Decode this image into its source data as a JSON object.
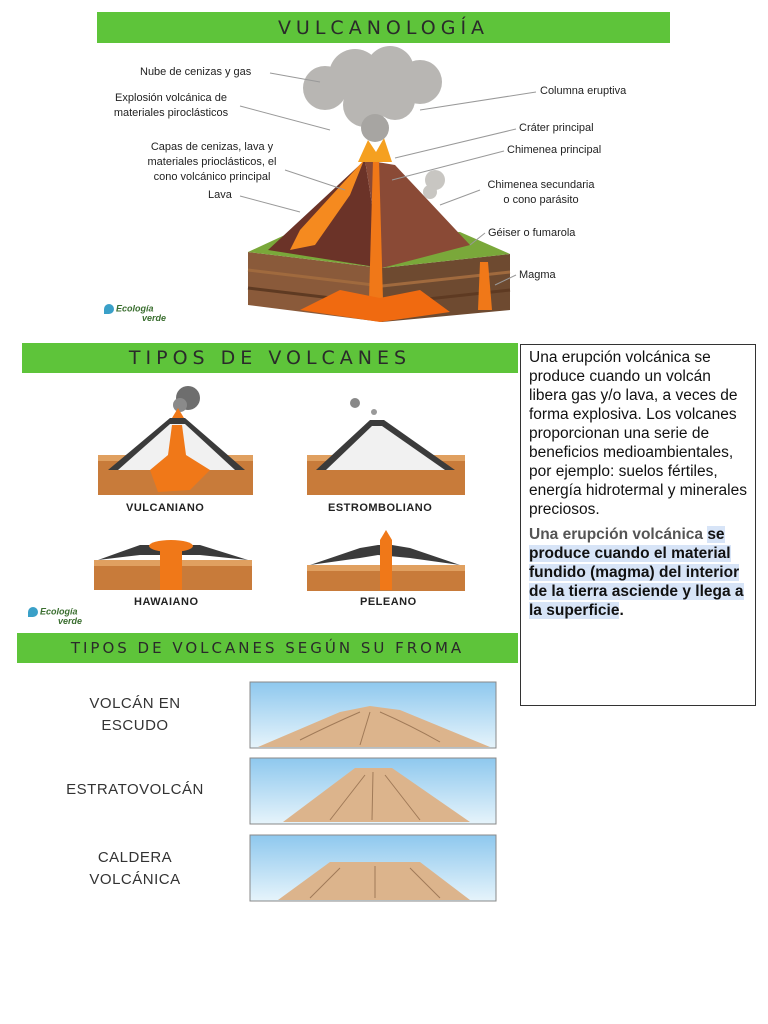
{
  "section1": {
    "title": "VULCANOLOGÍA",
    "labels": {
      "ash_cloud": "Nube de cenizas y gas",
      "explosion": "Explosión volcánica de\nmateriales piroclásticos",
      "layers": "Capas de cenizas, lava y\nmateriales prioclásticos, el\ncono volcánico principal",
      "lava": "Lava",
      "column": "Columna eruptiva",
      "crater": "Cráter principal",
      "chimney": "Chimenea principal",
      "secondary": "Chimenea secundaria\no cono parásito",
      "geyser": "Géiser o fumarola",
      "magma": "Magma"
    }
  },
  "section2": {
    "title": "TIPOS DE VOLCANES",
    "types": [
      "VULCANIANO",
      "ESTROMBOLIANO",
      "HAWAIANO",
      "PELEANO"
    ]
  },
  "section3": {
    "title": "TIPOS DE VOLCANES SEGÚN SU FROMA",
    "forms": [
      "VOLCÁN EN\nESCUDO",
      "ESTRATOVOLCÁN",
      "CALDERA\nVOLCÁNICA"
    ]
  },
  "logo": {
    "line1": "Ecología",
    "line2": "verde"
  },
  "textbox": {
    "para1": "Una erupción volcánica se produce cuando un volcán libera gas y/o lava, a veces de forma explosiva. Los volcanes proporcionan una serie de beneficios medioambientales, por ejemplo: suelos fértiles, energía hidrotermal y minerales preciosos.",
    "para2_start": "Una erupción volcánica ",
    "para2_highlight": "se produce cuando el material fundido (magma) del interior de la tierra asciende y llega a la superficie",
    "para2_end": "."
  },
  "colors": {
    "banner": "#5ec43a",
    "lava": "#f07818",
    "rock": "#7a3b2e",
    "sky": "#bfe0f5"
  }
}
